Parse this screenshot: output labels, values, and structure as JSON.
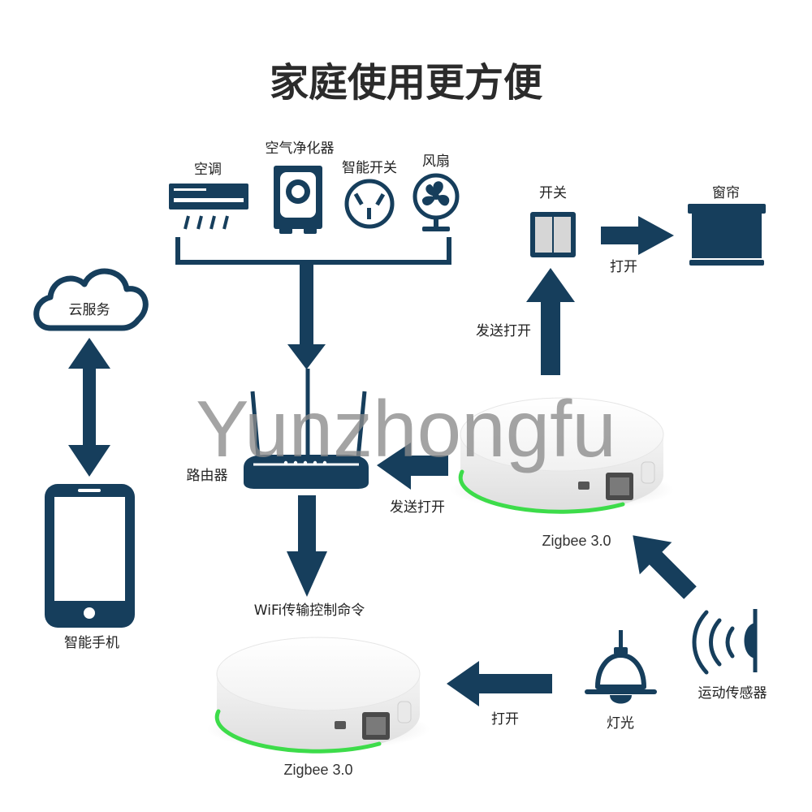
{
  "title": "家庭使用更方便",
  "watermark": "Yunzhongfu",
  "colors": {
    "primary": "#163e5c",
    "hub_ring": "#3ddc4a",
    "hub_body": "#f6f6f6",
    "text": "#2b2b2b"
  },
  "devices": {
    "ac": "空调",
    "purifier": "空气净化器",
    "smart_switch": "智能开关",
    "fan": "风扇",
    "router": "路由器",
    "cloud": "云服务",
    "phone": "智能手机",
    "switch": "开关",
    "curtain": "窗帘",
    "lamp": "灯光",
    "motion_sensor": "运动传感器"
  },
  "hubs": {
    "top_label": "Zigbee 3.0",
    "bottom_label": "Zigbee 3.0"
  },
  "flows": {
    "hub_to_router": "发送打开",
    "hub_to_switch": "发送打开",
    "switch_to_curtain": "打开",
    "router_to_hub": "WiFi传输控制命令",
    "lamp_to_hub": "打开"
  },
  "icons": {
    "ac": "air-conditioner-icon",
    "purifier": "air-purifier-icon",
    "smart_switch": "wall-socket-icon",
    "fan": "fan-icon",
    "router": "router-icon",
    "cloud": "cloud-icon",
    "phone": "smartphone-icon",
    "switch": "wall-switch-icon",
    "curtain": "curtain-icon",
    "lamp": "ceiling-lamp-icon",
    "motion_sensor": "motion-sensor-icon"
  }
}
